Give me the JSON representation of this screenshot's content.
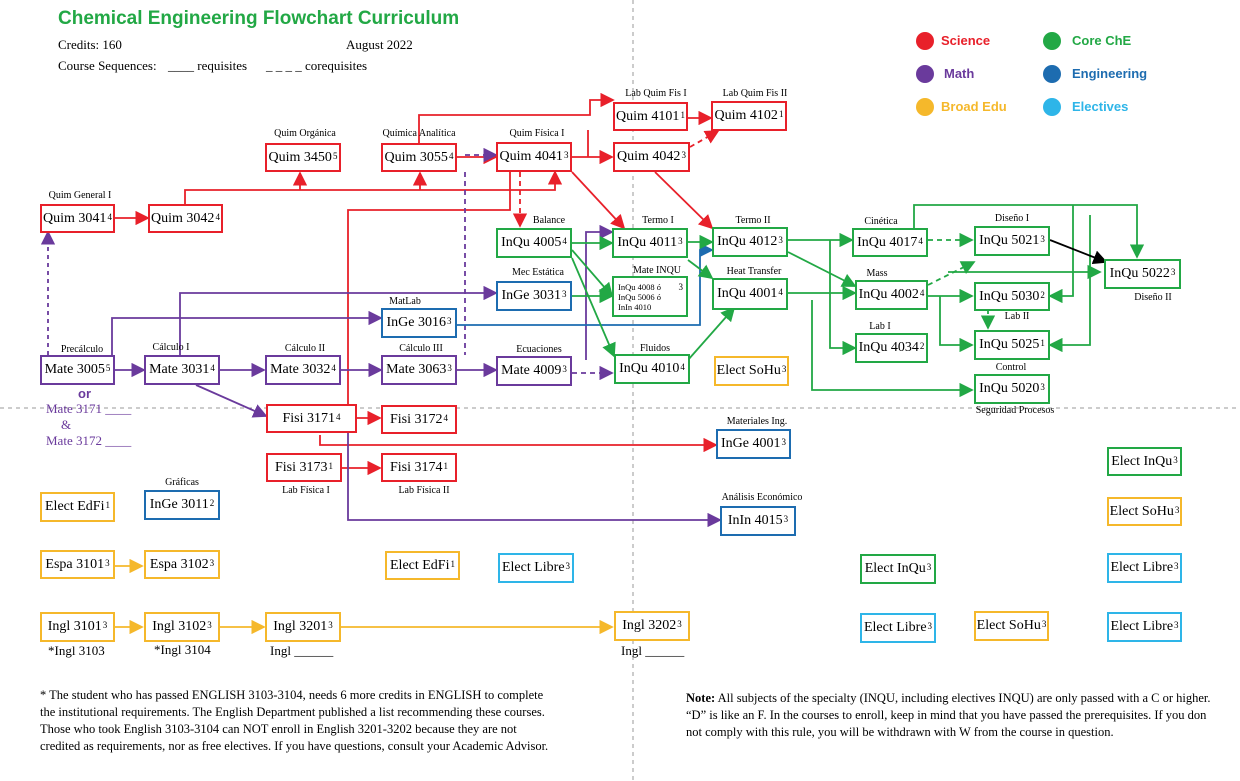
{
  "header": {
    "title": "Chemical Engineering Flowchart Curriculum",
    "credits": "Credits: 160",
    "date": "August 2022",
    "sequences_label": "Course Sequences:",
    "requisites": "____ requisites",
    "corequisites": "_ _ _ _ corequisites"
  },
  "legend": [
    {
      "label": "Science",
      "color": "#e8202a"
    },
    {
      "label": "Core ChE",
      "color": "#22a845"
    },
    {
      "label": "Math",
      "color": "#6a3a9c"
    },
    {
      "label": "Engineering",
      "color": "#1d6cb0"
    },
    {
      "label": "Broad Edu",
      "color": "#f5b82b"
    },
    {
      "label": "Electives",
      "color": "#2eb5e8"
    }
  ],
  "courses": [
    {
      "id": "quim3041",
      "name": "Quim 3041",
      "cr": "4",
      "cat": "sci"
    },
    {
      "id": "quim3042",
      "name": "Quim 3042",
      "cr": "4",
      "cat": "sci"
    },
    {
      "id": "quim3450",
      "name": "Quim 3450",
      "cr": "5",
      "cat": "sci"
    },
    {
      "id": "quim3055",
      "name": "Quim 3055",
      "cr": "4",
      "cat": "sci"
    },
    {
      "id": "quim4041",
      "name": "Quim 4041",
      "cr": "3",
      "cat": "sci"
    },
    {
      "id": "quim4101",
      "name": "Quim 4101",
      "cr": "1",
      "cat": "sci"
    },
    {
      "id": "quim4102",
      "name": "Quim 4102",
      "cr": "1",
      "cat": "sci"
    },
    {
      "id": "quim4042",
      "name": "Quim 4042",
      "cr": "3",
      "cat": "sci"
    },
    {
      "id": "inqu4005",
      "name": "InQu 4005",
      "cr": "4",
      "cat": "che"
    },
    {
      "id": "inge3031",
      "name": "InGe 3031",
      "cr": "3",
      "cat": "eng"
    },
    {
      "id": "inge3016",
      "name": "InGe 3016",
      "cr": "3",
      "cat": "eng"
    },
    {
      "id": "inqu4011",
      "name": "InQu 4011",
      "cr": "3",
      "cat": "che"
    },
    {
      "id": "inqu4012",
      "name": "InQu 4012",
      "cr": "3",
      "cat": "che"
    },
    {
      "id": "inqu4001",
      "name": "InQu 4001",
      "cr": "4",
      "cat": "che"
    },
    {
      "id": "inqu4017",
      "name": "InQu 4017",
      "cr": "4",
      "cat": "che"
    },
    {
      "id": "inqu5021",
      "name": "InQu 5021",
      "cr": "3",
      "cat": "che"
    },
    {
      "id": "inqu5022",
      "name": "InQu 5022",
      "cr": "3",
      "cat": "che"
    },
    {
      "id": "inqu4002",
      "name": "InQu 4002",
      "cr": "4",
      "cat": "che"
    },
    {
      "id": "inqu5030",
      "name": "InQu 5030",
      "cr": "2",
      "cat": "che"
    },
    {
      "id": "inqu4034",
      "name": "InQu 4034",
      "cr": "2",
      "cat": "che"
    },
    {
      "id": "inqu5025",
      "name": "InQu 5025",
      "cr": "1",
      "cat": "che"
    },
    {
      "id": "inqu5020",
      "name": "InQu 5020",
      "cr": "3",
      "cat": "che"
    },
    {
      "id": "inqu4010",
      "name": "InQu 4010",
      "cr": "4",
      "cat": "che"
    },
    {
      "id": "mate3005",
      "name": "Mate 3005",
      "cr": "5",
      "cat": "mat"
    },
    {
      "id": "mate3031",
      "name": "Mate 3031",
      "cr": "4",
      "cat": "mat"
    },
    {
      "id": "mate3032",
      "name": "Mate 3032",
      "cr": "4",
      "cat": "mat"
    },
    {
      "id": "mate3063",
      "name": "Mate 3063",
      "cr": "3",
      "cat": "mat"
    },
    {
      "id": "mate4009",
      "name": "Mate 4009",
      "cr": "3",
      "cat": "mat"
    },
    {
      "id": "fisi3171",
      "name": "Fisi 3171",
      "cr": "4",
      "cat": "sci"
    },
    {
      "id": "fisi3172",
      "name": "Fisi 3172",
      "cr": "4",
      "cat": "sci"
    },
    {
      "id": "fisi3173",
      "name": "Fisi 3173",
      "cr": "1",
      "cat": "sci"
    },
    {
      "id": "fisi3174",
      "name": "Fisi 3174",
      "cr": "1",
      "cat": "sci"
    },
    {
      "id": "inge4001",
      "name": "InGe 4001",
      "cr": "3",
      "cat": "eng"
    },
    {
      "id": "inin4015",
      "name": "InIn 4015",
      "cr": "3",
      "cat": "eng"
    },
    {
      "id": "inge3011",
      "name": "InGe 3011",
      "cr": "2",
      "cat": "eng"
    },
    {
      "id": "electsohu1",
      "name": "Elect SoHu",
      "cr": "3",
      "cat": "bro"
    },
    {
      "id": "electedfi1",
      "name": "Elect EdFi",
      "cr": "1",
      "cat": "bro"
    },
    {
      "id": "espa3101",
      "name": "Espa 3101",
      "cr": "3",
      "cat": "bro"
    },
    {
      "id": "espa3102",
      "name": "Espa 3102",
      "cr": "3",
      "cat": "bro"
    },
    {
      "id": "electedfi2",
      "name": "Elect EdFi",
      "cr": "1",
      "cat": "bro"
    },
    {
      "id": "electlibre1",
      "name": "Elect Libre",
      "cr": "3",
      "cat": "ele"
    },
    {
      "id": "ingl3101",
      "name": "Ingl 3101",
      "cr": "3",
      "cat": "bro"
    },
    {
      "id": "ingl3102",
      "name": "Ingl 3102",
      "cr": "3",
      "cat": "bro"
    },
    {
      "id": "ingl3201",
      "name": "Ingl 3201",
      "cr": "3",
      "cat": "bro"
    },
    {
      "id": "ingl3202",
      "name": "Ingl 3202",
      "cr": "3",
      "cat": "bro"
    },
    {
      "id": "electinqu1",
      "name": "Elect InQu",
      "cr": "3",
      "cat": "che"
    },
    {
      "id": "electsohu2",
      "name": "Elect SoHu",
      "cr": "3",
      "cat": "bro"
    },
    {
      "id": "electlibre2",
      "name": "Elect Libre",
      "cr": "3",
      "cat": "ele"
    },
    {
      "id": "electinqu2",
      "name": "Elect InQu",
      "cr": "3",
      "cat": "che"
    },
    {
      "id": "electlibre3",
      "name": "Elect Libre",
      "cr": "3",
      "cat": "ele"
    },
    {
      "id": "electsohu3",
      "name": "Elect SoHu",
      "cr": "3",
      "cat": "bro"
    },
    {
      "id": "electlibre4",
      "name": "Elect Libre",
      "cr": "3",
      "cat": "ele"
    }
  ],
  "mate_inqu": {
    "line1": "InQu 4008 ó",
    "line2": "InQu 5006 ó",
    "line3": "InIn 4010",
    "cr": "3"
  },
  "labels": {
    "quim_general": "Quim General I",
    "quim_organica": "Quim Orgánica",
    "quimica_analitica": "Química  Analítica",
    "quim_fisica": "Quim Física I",
    "lab_quim_fis_1": "Lab Quim Fis I",
    "lab_quim_fis_2": "Lab Quim Fis II",
    "balance": "Balance",
    "mec_estatica": "Mec Estática",
    "matlab": "MatLab",
    "termo1": "Termo I",
    "termo2": "Termo II",
    "mate_inqu": "Mate INQU",
    "heat_transfer": "Heat Transfer",
    "fluidos": "Fluidos",
    "cinetica": "Cinética",
    "mass": "Mass",
    "lab1": "Lab I",
    "diseno1": "Diseño I",
    "diseno2": "Diseño II",
    "lab2": "Lab II",
    "control": "Control",
    "seguridad": "Seguridad Procesos",
    "precalculo": "Precálculo",
    "calculo1": "Cálculo  I",
    "calculo2": "Cálculo II",
    "calculo3": "Cálculo III",
    "ecuaciones": "Ecuaciones",
    "or": "or",
    "mate3171": "Mate 3171 ____",
    "amp": "&",
    "mate3172": "Mate 3172 ____",
    "materiales": "Materiales Ing.",
    "lab_fisica_1": "Lab Física I",
    "lab_fisica_2": "Lab Física  II",
    "graficas": "Gráficas",
    "analisis_economico": "Análisis Económico",
    "ingl3103": "*Ingl 3103",
    "ingl3104": "*Ingl 3104",
    "ingl_blank1": "Ingl ______",
    "ingl_blank2": "Ingl ______"
  },
  "notes": {
    "english": "* The student who has passed ENGLISH 3103-3104, needs 6 more credits in ENGLISH to complete the institutional requirements.  The English Department published a list recommending these courses.  Those who took English 3103-3104 can NOT enroll in English 3201-3202 because they are not credited as requirements, nor as free electives. If you have questions, consult your Academic Advisor.",
    "note_label": "Note:",
    "note_text": "  All subjects of the specialty (INQU, including electives INQU) are only passed with a C or higher. “D” is like an F.  In the courses to enroll, keep in mind that you have passed the prerequisites.  If you don not comply with this rule, you will be withdrawn with W from the course in question."
  }
}
